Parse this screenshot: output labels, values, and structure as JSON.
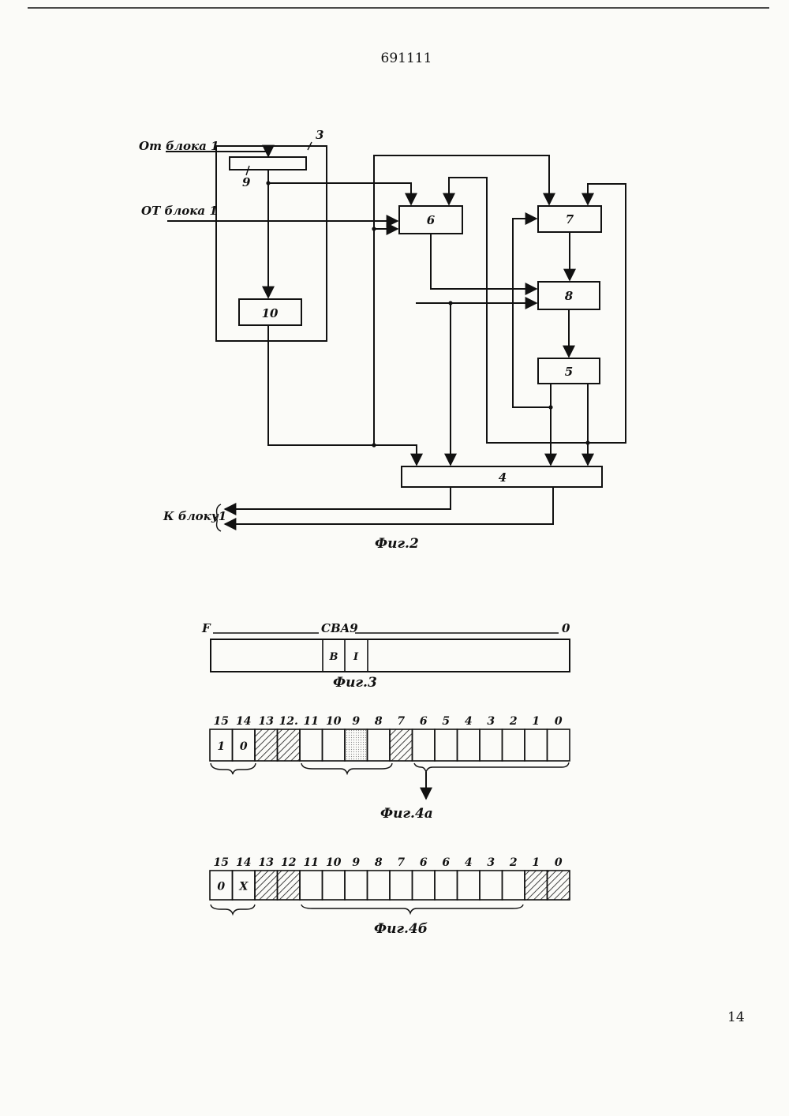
{
  "patent_number": "691111",
  "fig2": {
    "input_top": "От блока 1",
    "input_mid": "ОТ блока 1",
    "output": "К блоку1",
    "caption": "Фиг.2",
    "blocks": {
      "b3": "3",
      "b9": "9",
      "b10": "10",
      "b6": "6",
      "b7": "7",
      "b8": "8",
      "b5": "5",
      "b4": "4"
    }
  },
  "fig3": {
    "left_mark": "F",
    "mid_mark": "CBA9",
    "right_mark": "0",
    "cell_b": "B",
    "cell_i": "I",
    "caption": "Фиг.3"
  },
  "fig4a": {
    "bit_labels": [
      "15",
      "14",
      "13",
      "12.",
      "11",
      "10",
      "9",
      "8",
      "7",
      "6",
      "5",
      "4",
      "3",
      "2",
      "1",
      "0"
    ],
    "cell_values": [
      "1",
      "0"
    ],
    "caption": "Фиг.4а"
  },
  "fig4b": {
    "bit_labels": [
      "15",
      "14",
      "13",
      "12",
      "11",
      "10",
      "9",
      "8",
      "7",
      "6",
      "6",
      "4",
      "3",
      "2",
      "1",
      "0"
    ],
    "cell_values": [
      "0",
      "X"
    ],
    "caption": "Фиг.4б"
  },
  "margin_marks": {
    "bottom_right": "14"
  }
}
